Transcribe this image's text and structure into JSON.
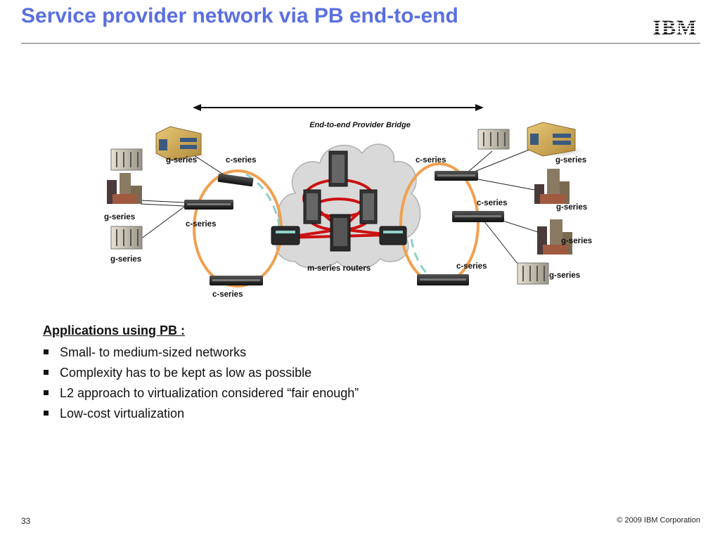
{
  "slide": {
    "title": "Service provider network via PB end-to-end",
    "logo_text": "IBM",
    "page_number": "33",
    "copyright": "© 2009 IBM Corporation"
  },
  "diagram": {
    "bridge_label": "End-to-end Provider Bridge",
    "router_label": "m-series routers",
    "c_series": "c-series",
    "g_series": "g-series"
  },
  "applications": {
    "title": "Applications using PB :",
    "items": [
      "Small- to medium-sized networks",
      "Complexity has to be kept as low as possible",
      "L2 approach to virtualization considered “fair enough”",
      "Low-cost virtualization"
    ]
  },
  "colors": {
    "title": "#5a6fe0",
    "ring": "#f0a050",
    "ring_dash": "#8fd0c8",
    "links": "#cc1111",
    "cloud": "#d9d9d9"
  }
}
